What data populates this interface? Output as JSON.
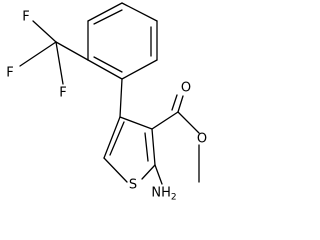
{
  "atoms": {
    "f1": "F",
    "f2": "F",
    "f3": "F",
    "o_carbonyl": "O",
    "o_ester": "O",
    "s": "S",
    "amine_n": "NH",
    "amine_sub": "2"
  }
}
